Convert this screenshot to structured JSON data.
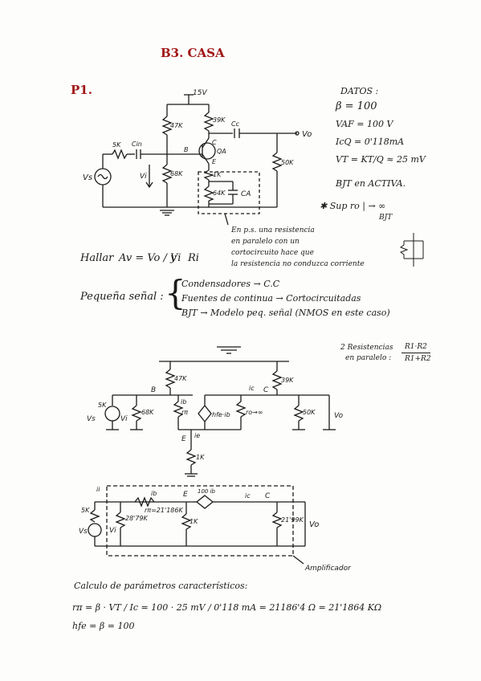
{
  "page": {
    "title": "B3. CASA",
    "problem": "P1.",
    "datos": {
      "heading": "DATOS :",
      "beta": "β = 100",
      "vaf": "VAF = 100 V",
      "icq": "IcQ = 0'118mA",
      "vt": "VT = KT/Q ≈ 25 mV",
      "bjt": "BJT en ACTIVA.",
      "sup": "✱ Sup  ro | → ∞",
      "sup_sub": "BJT"
    },
    "circuit1": {
      "vcc": "15V",
      "r47k": "47K",
      "r39k": "39K",
      "r5k": "5K",
      "cin": "Cin",
      "cc": "Cc",
      "r68k": "68K",
      "r50k": "50K",
      "r1k": "1K",
      "r64k": "64K",
      "ca": "CA",
      "vo": "Vo",
      "vs": "Vs",
      "vi": "Vi",
      "b": "B",
      "c": "C",
      "e": "E",
      "qa": "QA"
    },
    "note": [
      "En p.s. una resistencia",
      "en paralelo con un",
      "cortocircuito hace que",
      "la resistencia no conduzca corriente"
    ],
    "hallar": {
      "label": "Hallar",
      "av": "Av = Vo / Vi",
      "y": "y",
      "ri": "Ri"
    },
    "small_signal": {
      "label": "Pequeña señal :",
      "items": [
        "Condensadores → C.C",
        "Fuentes de continua → Cortocircuitadas",
        "BJT → Modelo peq. señal (NMOS en este caso)"
      ]
    },
    "parallel": {
      "label_1": "2 Resistencias",
      "label_2": "en paralelo :",
      "formula_num": "R1·R2",
      "formula_den": "R1+R2"
    },
    "circuit2": {
      "r47k": "47K",
      "r39k": "39K",
      "r68k": "68K",
      "r50k": "50K",
      "r1k": "1K",
      "r5k": "5K",
      "b": "B",
      "c": "C",
      "e": "E",
      "ib": "ib",
      "ic": "ic",
      "ie": "ie",
      "source": "hfe·ib",
      "rpi": "rπ",
      "ro": "ro→∞",
      "vs": "Vs",
      "vi": "Vi",
      "vo": "Vo"
    },
    "circuit3": {
      "r5k": "5K",
      "rb": "28'79K",
      "rpi": "rπ=21'186K",
      "r1k": "1K",
      "rc": "21'99K",
      "src": "100 ib",
      "ib": "ib",
      "ic": "ic",
      "ii": "ii",
      "e": "E",
      "c": "C",
      "vs": "Vs",
      "vi": "Vi",
      "vo": "Vo",
      "amp": "Amplificador"
    },
    "calc": {
      "heading": "Calculo de parámetros característicos:",
      "rpi_line": "rπ = β · VT / Ic = 100 · 25 mV / 0'118 mA = 21186'4 Ω = 21'1864 KΩ",
      "hfe_line": "hfe = β = 100"
    }
  }
}
